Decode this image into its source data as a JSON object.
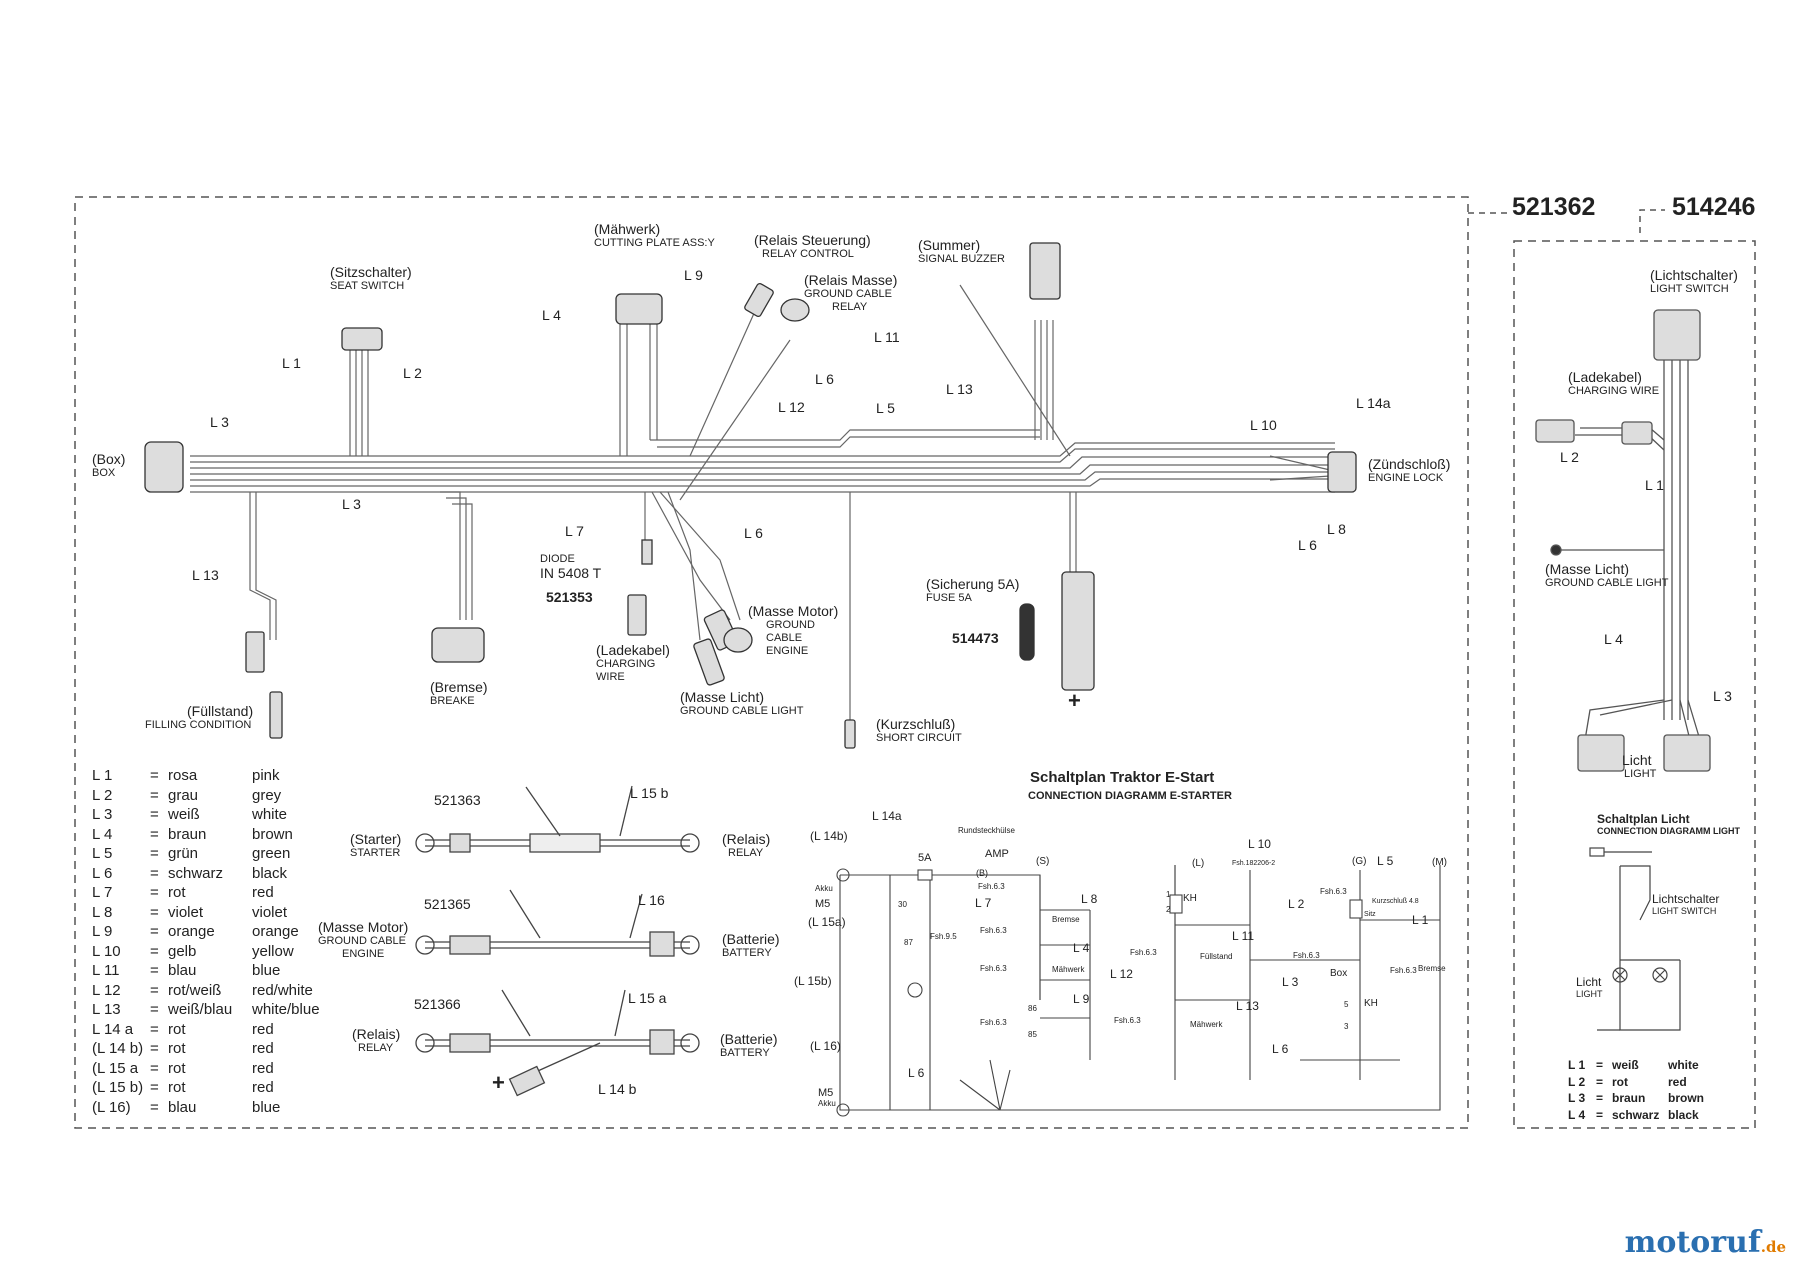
{
  "part_numbers": {
    "main": "521362",
    "light_kit": "514246"
  },
  "harness": {
    "components": {
      "box": [
        "(Box)",
        "BOX"
      ],
      "seat_switch": [
        "(Sitzschalter)",
        "SEAT SWITCH"
      ],
      "cutting_plate": [
        "(Mähwerk)",
        "CUTTING PLATE ASS:Y"
      ],
      "relay_control": [
        "(Relais Steuerung)",
        "RELAY CONTROL"
      ],
      "relay_ground": [
        "(Relais Masse)",
        "GROUND CABLE",
        "RELAY"
      ],
      "buzzer": [
        "(Summer)",
        "SIGNAL BUZZER"
      ],
      "ignition": [
        "(Zündschloß)",
        "ENGINE LOCK"
      ],
      "fill_level": [
        "(Füllstand)",
        "FILLING CONDITION"
      ],
      "brake": [
        "(Bremse)",
        "BREAKE"
      ],
      "charging": [
        "(Ladekabel)",
        "CHARGING",
        "WIRE"
      ],
      "ground_motor": [
        "(Masse Motor)",
        "GROUND",
        "CABLE",
        "ENGINE"
      ],
      "ground_light": [
        "(Masse Licht)",
        "GROUND CABLE LIGHT"
      ],
      "short_circuit": [
        "(Kurzschluß)",
        "SHORT CIRCUIT"
      ],
      "fuse": [
        "(Sicherung 5A)",
        "FUSE 5A"
      ],
      "diode": [
        "DIODE",
        "IN 5408 T"
      ]
    },
    "diode_part": "521353",
    "fuse_part": "514473",
    "plus": "+",
    "wire_labels": {
      "l1": "L 1",
      "l2": "L 2",
      "l3a": "L 3",
      "l3b": "L 3",
      "l4": "L 4",
      "l5": "L 5",
      "l6a": "L 6",
      "l6b": "L 6",
      "l6c": "L 6",
      "l7": "L 7",
      "l8": "L 8",
      "l9": "L 9",
      "l10": "L 10",
      "l11": "L 11",
      "l12": "L 12",
      "l13a": "L 13",
      "l13b": "L 13",
      "l14a": "L 14a"
    }
  },
  "legend": [
    {
      "code": "L 1",
      "de": "rosa",
      "en": "pink"
    },
    {
      "code": "L 2",
      "de": "grau",
      "en": "grey"
    },
    {
      "code": "L 3",
      "de": "weiß",
      "en": "white"
    },
    {
      "code": "L 4",
      "de": "braun",
      "en": "brown"
    },
    {
      "code": "L 5",
      "de": "grün",
      "en": "green"
    },
    {
      "code": "L 6",
      "de": "schwarz",
      "en": "black"
    },
    {
      "code": "L 7",
      "de": "rot",
      "en": "red"
    },
    {
      "code": "L 8",
      "de": "violet",
      "en": "violet"
    },
    {
      "code": "L 9",
      "de": "orange",
      "en": "orange"
    },
    {
      "code": "L 10",
      "de": "gelb",
      "en": "yellow"
    },
    {
      "code": "L 11",
      "de": "blau",
      "en": "blue"
    },
    {
      "code": "L 12",
      "de": "rot/weiß",
      "en": "red/white"
    },
    {
      "code": "L 13",
      "de": "weiß/blau",
      "en": "white/blue"
    },
    {
      "code": "L 14 a",
      "de": "rot",
      "en": "red"
    },
    {
      "code": "(L 14 b)",
      "de": "rot",
      "en": "red"
    },
    {
      "code": "(L 15 a",
      "de": "rot",
      "en": "red"
    },
    {
      "code": "(L 15 b)",
      "de": "rot",
      "en": "red"
    },
    {
      "code": "(L 16)",
      "de": "blau",
      "en": "blue"
    }
  ],
  "equals": "=",
  "cables": [
    {
      "part": "521363",
      "wire": "L 15 b",
      "left": [
        "(Starter)",
        "STARTER"
      ],
      "right": [
        "(Relais)",
        "RELAY"
      ]
    },
    {
      "part": "521365",
      "wire": "L 16",
      "left": [
        "(Masse Motor)",
        "GROUND CABLE",
        "ENGINE"
      ],
      "right": [
        "(Batterie)",
        "BATTERY"
      ]
    },
    {
      "part": "521366",
      "wire": "L 15 a",
      "left": [
        "(Relais)",
        "RELAY"
      ],
      "right": [
        "(Batterie)",
        "BATTERY"
      ],
      "extra": "L 14 b"
    }
  ],
  "schematic": {
    "title": "Schaltplan Traktor E-Start",
    "subtitle": "CONNECTION DIAGRAMM E-STARTER",
    "labels": {
      "l14b": "(L 14b)",
      "l14a": "L 14a",
      "akku": "Akku",
      "m5": "M5",
      "l15a": "(L 15a)",
      "l15b": "(L 15b)",
      "l16": "(L 16)",
      "m5b": "M5",
      "akkub": "Akku",
      "fuse": "5A",
      "rundstecker": "Rundsteckhülse",
      "amp": "AMP",
      "b": "(B)",
      "fsh1": "Fsh.6.3",
      "l7": "L 7",
      "s": "(S)",
      "l8": "L 8",
      "bremse1": "Bremse",
      "fsh2": "Fsh.6.3",
      "l4": "L 4",
      "mahwerk1": "Mähwerk",
      "fsh3": "Fsh.6.3",
      "l9": "L 9",
      "fsh4": "Fsh.6.3",
      "n86": "86",
      "n85": "85",
      "n30": "30",
      "n87": "87",
      "fsh95": "Fsh.9.5",
      "l6": "L 6",
      "l10": "L 10",
      "L": "(L)",
      "fsh182": "Fsh.182206-2",
      "kh1": "KH",
      "l11": "L 11",
      "fullstand": "Füllstand",
      "fsh5": "Fsh.6.3",
      "l12": "L 12",
      "fsh6": "Fsh.6.3",
      "mahwerk2": "Mähwerk",
      "l13": "L 13",
      "G": "(G)",
      "l5": "L 5",
      "M": "(M)",
      "l2": "L 2",
      "fsh7": "Fsh.6.3",
      "kurz": "Kurzschluß 4.8",
      "sitz": "Sitz",
      "l1": "L 1",
      "fsh8": "Fsh.6.3",
      "box": "Box",
      "fsh9": "Fsh.6.3",
      "bremse2": "Bremse",
      "l3": "L 3",
      "n5": "5",
      "kh2": "KH",
      "n3": "3",
      "l6b": "L 6",
      "n1": "1",
      "n2": "2"
    }
  },
  "light_kit": {
    "light_switch": [
      "(Lichtschalter)",
      "LIGHT SWITCH"
    ],
    "charging": [
      "(Ladekabel)",
      "CHARGING WIRE"
    ],
    "ground_light": [
      "(Masse Licht)",
      "GROUND CABLE LIGHT"
    ],
    "light": [
      "Licht",
      "LIGHT"
    ],
    "wires": {
      "l1": "L 1",
      "l2": "L 2",
      "l3": "L 3",
      "l4": "L 4"
    },
    "schematic_title": "Schaltplan Licht",
    "schematic_subtitle": "CONNECTION DIAGRAMM LIGHT",
    "sch_switch": [
      "Lichtschalter",
      "LIGHT SWITCH"
    ],
    "sch_light": [
      "Licht",
      "LIGHT"
    ],
    "legend": [
      {
        "code": "L 1",
        "de": "weiß",
        "en": "white"
      },
      {
        "code": "L 2",
        "de": "rot",
        "en": "red"
      },
      {
        "code": "L 3",
        "de": "braun",
        "en": "brown"
      },
      {
        "code": "L 4",
        "de": "schwarz",
        "en": "black"
      }
    ]
  },
  "watermark": {
    "main": "motoruf",
    "suffix": ".de",
    "main_color": "#2a6fb0",
    "accent_color": "#e07b00"
  }
}
